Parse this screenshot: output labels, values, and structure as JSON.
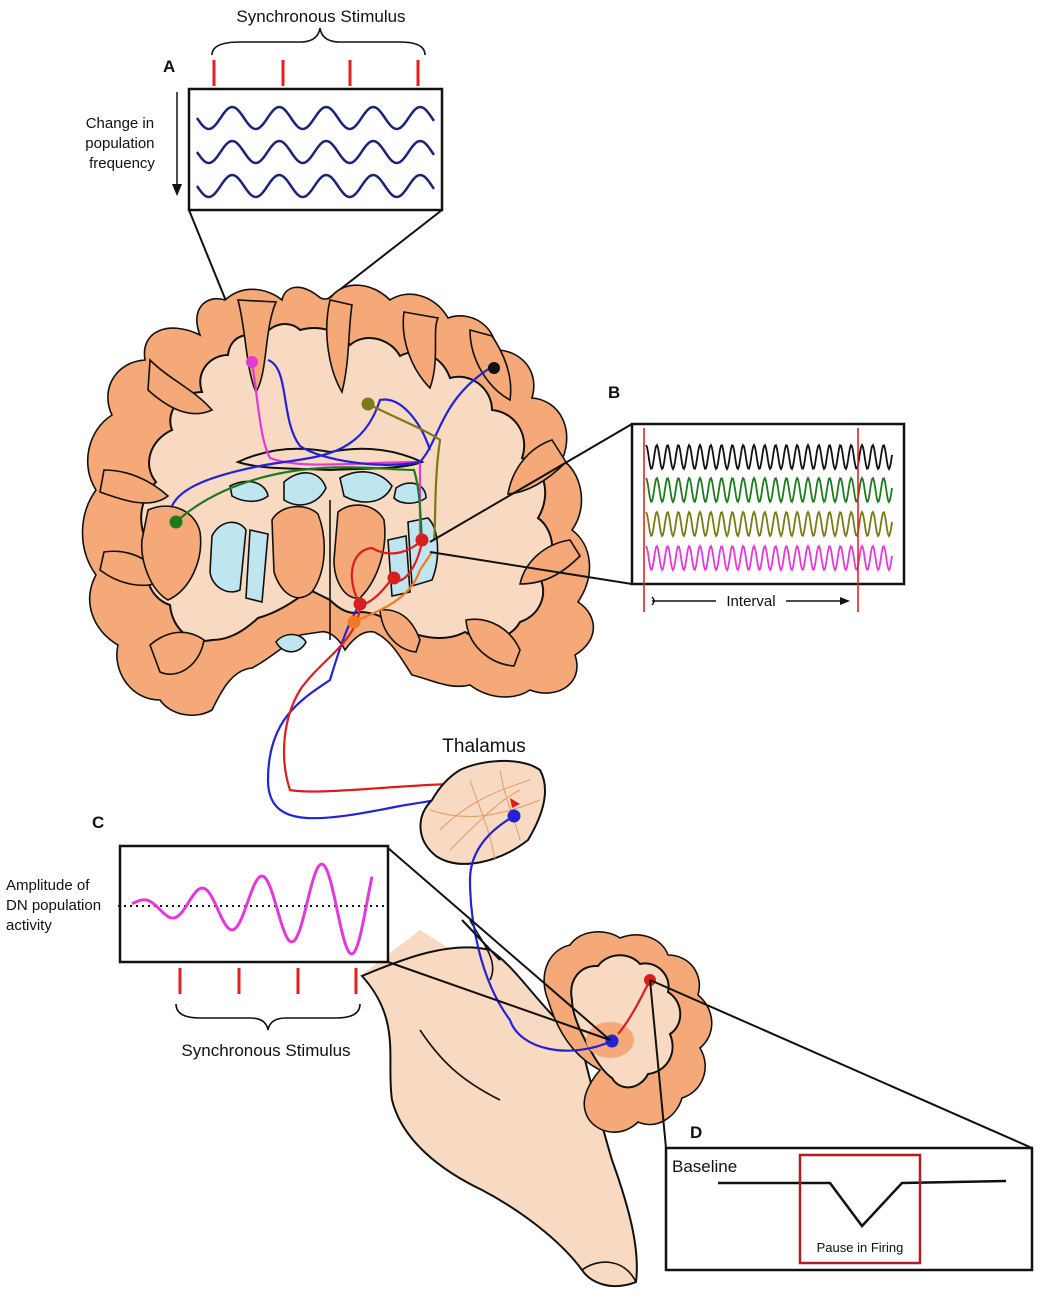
{
  "panels": {
    "A": {
      "letter": "A",
      "stimulus_label": "Synchronous Stimulus",
      "axis_label_lines": [
        "Change in",
        "population",
        "frequency"
      ],
      "stimulus_color": "#e0231e",
      "wave_color": "#1c2277"
    },
    "B": {
      "letter": "B",
      "interval_label": "Interval",
      "marker_color": "#e0231e",
      "wave_colors": [
        "#111111",
        "#1f7a1f",
        "#7a7a16",
        "#e23ad9"
      ]
    },
    "C": {
      "letter": "C",
      "axis_label_lines": [
        "Amplitude of",
        "DN population",
        "activity"
      ],
      "stimulus_label": "Synchronous Stimulus",
      "wave_color": "#e23ad9",
      "stimulus_color": "#e0231e"
    },
    "D": {
      "letter": "D",
      "baseline_label": "Baseline",
      "pause_label": "Pause in Firing",
      "box_color": "#b01e1e"
    }
  },
  "structures": {
    "thalamus_label": "Thalamus"
  },
  "colors": {
    "skin": "#f8d9c2",
    "gray_matter": "#f5a878",
    "ventricle": "#bfe6f0",
    "pathway_blue": "#2323d6",
    "pathway_red": "#d91e1e",
    "pathway_green": "#1f7a1f",
    "pathway_olive": "#7a7a16",
    "pathway_magenta": "#e23ad9",
    "pathway_orange": "#f07a24"
  }
}
